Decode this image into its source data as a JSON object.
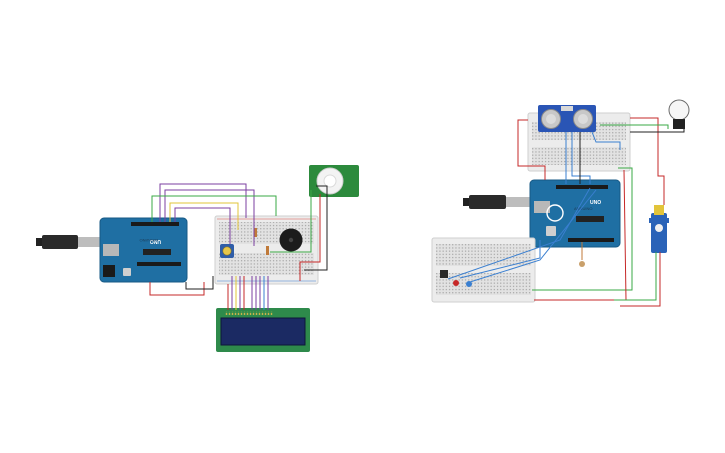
{
  "arduino_left": {
    "brand": "UNO",
    "sub": "ARDUINO"
  },
  "arduino_right": {
    "brand": "UNO",
    "sub": "ARDUINO"
  },
  "colors": {
    "board": "#1f6fa3",
    "board_dark": "#175a86",
    "breadboard": "#e4e4e4",
    "lcd_pcb": "#2e8a4b",
    "lcd_screen": "#1b2a63",
    "sensor_pcb": "#2c8a3c",
    "ultrasonic": "#2a55b5",
    "wire_red": "#c62828",
    "wire_green": "#3aa845",
    "wire_purple": "#7b3fa0",
    "wire_yellow": "#e2c43a",
    "wire_blue": "#3a7fd0",
    "wire_black": "#222222"
  },
  "components": [
    "usb-cable-left",
    "arduino-uno-left",
    "breadboard-left",
    "potentiometer",
    "buzzer",
    "pir-motion-sensor",
    "lcd-16x2",
    "usb-cable-right",
    "arduino-uno-right",
    "breadboard-right-top",
    "ultrasonic-sensor",
    "light-bulb",
    "servo-motor",
    "breadboard-right-bottom",
    "push-button",
    "led-red",
    "led-blue"
  ]
}
